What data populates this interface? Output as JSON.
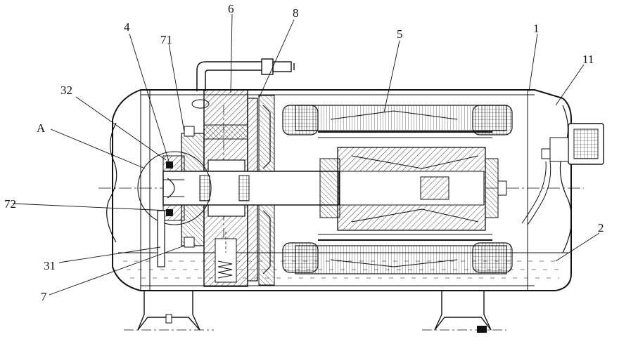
{
  "labels": {
    "l1": "1",
    "l2": "2",
    "l4": "4",
    "l5": "5",
    "l6": "6",
    "l7": "7",
    "l8": "8",
    "l11": "11",
    "l31": "31",
    "l32": "32",
    "l71": "71",
    "l72": "72",
    "lA": "A"
  },
  "colors": {
    "ink": "#111111",
    "paper": "#ffffff"
  }
}
